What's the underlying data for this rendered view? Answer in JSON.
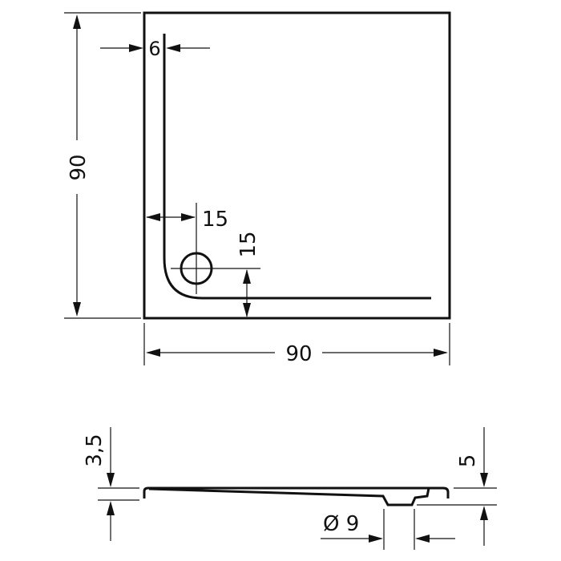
{
  "diagram": {
    "type": "technical drawing - square shower tray",
    "colors": {
      "line": "#111111",
      "background": "#ffffff"
    },
    "top_view": {
      "width_label": "90",
      "height_label": "90",
      "rim_offset_label": "6",
      "drain_x_label": "15",
      "drain_y_label": "15"
    },
    "side_view": {
      "rim_height_label": "3,5",
      "total_height_label": "5",
      "drain_diameter_label": "Ø 9"
    }
  }
}
